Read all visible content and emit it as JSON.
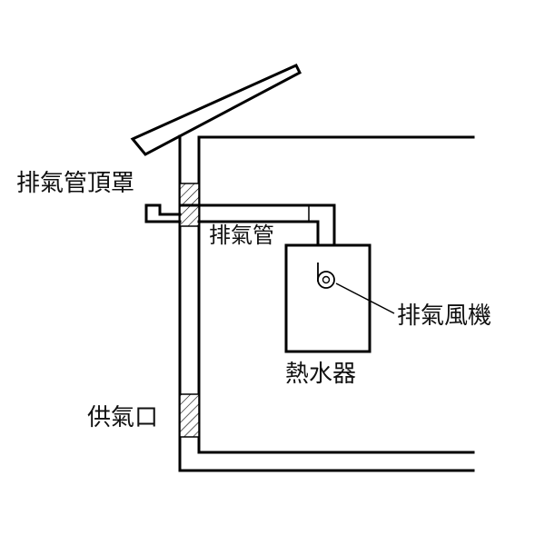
{
  "labels": {
    "vent_cap": "排氣管頂罩",
    "exhaust_pipe": "排氣管",
    "exhaust_fan": "排氣風機",
    "water_heater": "熱水器",
    "air_supply": "供氣口"
  }
}
